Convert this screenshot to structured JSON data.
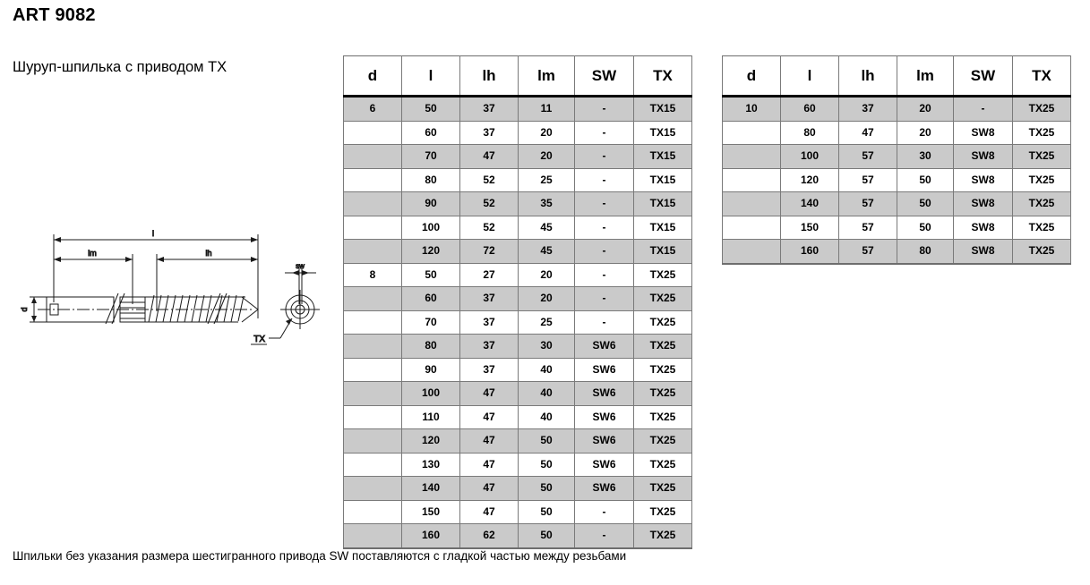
{
  "page": {
    "title": "ART 9082",
    "subtitle": "Шуруп-шпилька с приводом TX",
    "footnote": "Шпильки без указания размера шестигранного привода SW поставляются с гладкой частью между резьбами"
  },
  "drawing": {
    "labels": {
      "length_total": "l",
      "length_machine": "lm",
      "length_wood": "lh",
      "diameter": "d",
      "spanner_width": "sw",
      "drive": "TX"
    }
  },
  "colors": {
    "shaded_row": "#cacaca",
    "plain_row": "#ffffff",
    "border": "#7a7a7a",
    "header_rule": "#000000",
    "text": "#000000"
  },
  "tables": [
    {
      "id": "table-1",
      "columns": [
        "d",
        "l",
        "lh",
        "lm",
        "SW",
        "TX"
      ],
      "rows": [
        [
          "6",
          "50",
          "37",
          "11",
          "-",
          "TX15"
        ],
        [
          "",
          "60",
          "37",
          "20",
          "-",
          "TX15"
        ],
        [
          "",
          "70",
          "47",
          "20",
          "-",
          "TX15"
        ],
        [
          "",
          "80",
          "52",
          "25",
          "-",
          "TX15"
        ],
        [
          "",
          "90",
          "52",
          "35",
          "-",
          "TX15"
        ],
        [
          "",
          "100",
          "52",
          "45",
          "-",
          "TX15"
        ],
        [
          "",
          "120",
          "72",
          "45",
          "-",
          "TX15"
        ],
        [
          "8",
          "50",
          "27",
          "20",
          "-",
          "TX25"
        ],
        [
          "",
          "60",
          "37",
          "20",
          "-",
          "TX25"
        ],
        [
          "",
          "70",
          "37",
          "25",
          "-",
          "TX25"
        ],
        [
          "",
          "80",
          "37",
          "30",
          "SW6",
          "TX25"
        ],
        [
          "",
          "90",
          "37",
          "40",
          "SW6",
          "TX25"
        ],
        [
          "",
          "100",
          "47",
          "40",
          "SW6",
          "TX25"
        ],
        [
          "",
          "110",
          "47",
          "40",
          "SW6",
          "TX25"
        ],
        [
          "",
          "120",
          "47",
          "50",
          "SW6",
          "TX25"
        ],
        [
          "",
          "130",
          "47",
          "50",
          "SW6",
          "TX25"
        ],
        [
          "",
          "140",
          "47",
          "50",
          "SW6",
          "TX25"
        ],
        [
          "",
          "150",
          "47",
          "50",
          "-",
          "TX25"
        ],
        [
          "",
          "160",
          "62",
          "50",
          "-",
          "TX25"
        ]
      ]
    },
    {
      "id": "table-2",
      "columns": [
        "d",
        "l",
        "lh",
        "lm",
        "SW",
        "TX"
      ],
      "rows": [
        [
          "10",
          "60",
          "37",
          "20",
          "-",
          "TX25"
        ],
        [
          "",
          "80",
          "47",
          "20",
          "SW8",
          "TX25"
        ],
        [
          "",
          "100",
          "57",
          "30",
          "SW8",
          "TX25"
        ],
        [
          "",
          "120",
          "57",
          "50",
          "SW8",
          "TX25"
        ],
        [
          "",
          "140",
          "57",
          "50",
          "SW8",
          "TX25"
        ],
        [
          "",
          "150",
          "57",
          "50",
          "SW8",
          "TX25"
        ],
        [
          "",
          "160",
          "57",
          "80",
          "SW8",
          "TX25"
        ]
      ]
    }
  ]
}
